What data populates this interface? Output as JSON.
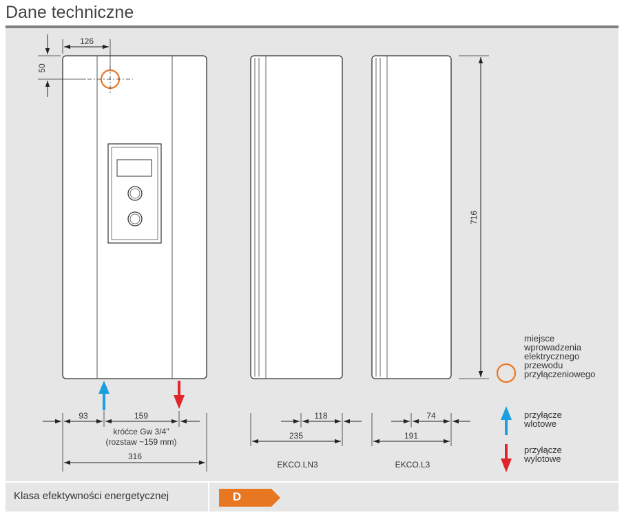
{
  "header": {
    "title": "Dane techniczne"
  },
  "drawing": {
    "dimensions": {
      "offset_x": "126",
      "offset_y": "50",
      "height": "716",
      "left_inlet": "93",
      "spacing": "159",
      "width": "316",
      "ln3_connection": "118",
      "ln3_depth": "235",
      "l3_connection": "74",
      "l3_depth": "191"
    },
    "connections_note": {
      "line1": "króćce Gw 3/4\"",
      "line2": "(rozstaw ~159 mm)"
    },
    "models": {
      "ln3": "EKCO.LN3",
      "l3": "EKCO.L3"
    }
  },
  "legend": {
    "cable_entry": [
      "miejsce",
      "wprowadzenia",
      "elektrycznego",
      "przewodu",
      "przyłączeniowego"
    ],
    "inlet": [
      "przyłącze",
      "wlotowe"
    ],
    "outlet": [
      "przyłącze",
      "wylotowe"
    ]
  },
  "footer": {
    "label": "Klasa efektywności energetycznej",
    "energy_class": "D"
  },
  "colors": {
    "accent_orange": "#e87722",
    "inlet_blue": "#1a9fe0",
    "outlet_red": "#e0262b",
    "panel_grey": "#e6e6e6"
  }
}
